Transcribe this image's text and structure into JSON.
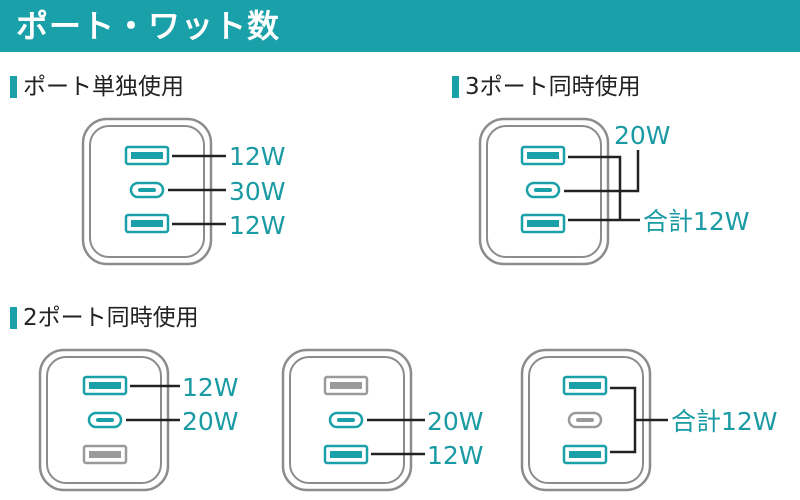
{
  "header": {
    "title": "ポート・ワット数"
  },
  "sections": {
    "single": "ポート単独使用",
    "three": "3ポート同時使用",
    "two": "2ポート同時使用"
  },
  "single": {
    "top": "12W",
    "mid": "30W",
    "bot": "12W"
  },
  "three": {
    "top": "20W",
    "total": "合計12W"
  },
  "two_a": {
    "top": "12W",
    "mid": "20W"
  },
  "two_b": {
    "mid": "20W",
    "bot": "12W"
  },
  "two_c": {
    "total": "合計12W"
  },
  "colors": {
    "accent": "#1aa0a8",
    "inactive": "#9a9a9a",
    "line": "#222222",
    "outline": "#8c8c8c"
  }
}
